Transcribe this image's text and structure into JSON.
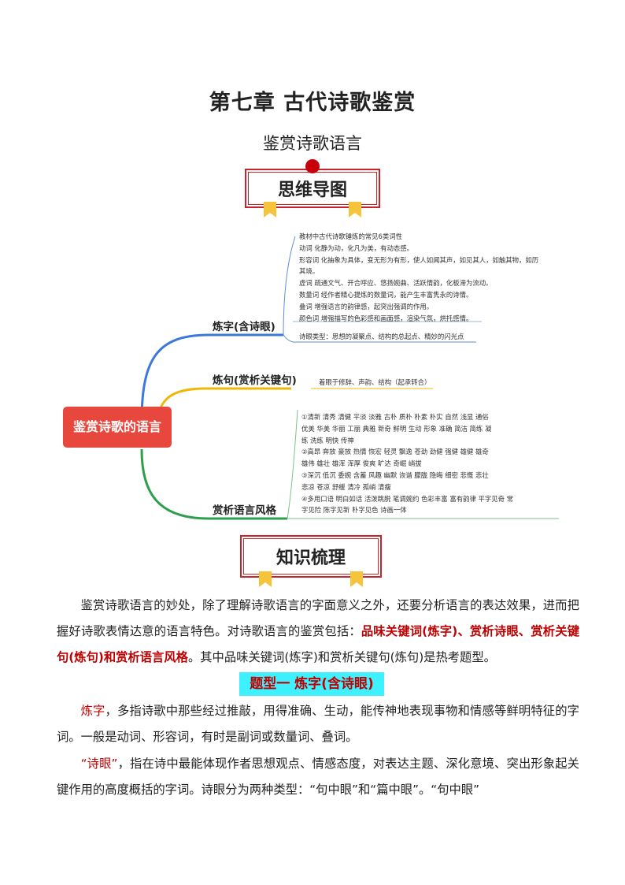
{
  "title": "第七章  古代诗歌鉴赏",
  "subtitle": "鉴赏诗歌语言",
  "banner1": "思维导图",
  "banner2": "知识梳理",
  "mindmap": {
    "root": "鉴赏诗歌的语言",
    "branch1": {
      "label": "炼字(含诗眼)",
      "lines": [
        "教材中古代诗歌锤炼的常见6类词性",
        "动词      化静为动，化凡为美，有动态感。",
        "形容词    化抽象为具体，变无形为有形，使人如闻其声，如见其人，如触其物，如历",
        "其境。",
        "虚词      疏通文气、开合呼应、悠扬婉曲、活跃情韵，化板滞为流动。",
        "数量词    经作者精心提炼的数量词，能产生丰富隽永的诗情。",
        "叠词      增强语言的韵律感，起突出强调的作用。",
        "颜色词    增强描写的色彩感和画面感，渲染气氛，烘托感情。"
      ],
      "eye": "诗眼类型：思想的凝聚点、结构的总起点、精妙的闪光点"
    },
    "branch2": {
      "label": "炼句(赏析关键句)",
      "note": "着眼于修辞、声韵、结构（起承转合）"
    },
    "branch3": {
      "label": "赏析语言风格",
      "lines": [
        "①清新  清秀  清健  平淡  淡雅  古朴  质朴  朴素  朴实  自然  浅显  通俗",
        "优美  华美  华丽  工丽  典雅  新奇  鲜明  生动  形象  准确  简洁  简练  凝",
        "练  洗练  明快  传神",
        "②高昂  奔放  豪放  热情  恢宏  轻灵  飘逸  苍劲  劲健  强健  雄健  雄奇",
        "雄伟  雄壮  雄浑  浑厚  俊爽  旷达  奇崛  峭拔",
        "③深沉  低沉  委婉  含蓄  风趣  幽默  诙谐  朦胧  隐晦  细密  悲慨  悲壮",
        "悲凉  苍凉  舒缓  清冷  孤峭  清瘦",
        "④多用口语  明白如话  活泼跳脱  笔调婉约  色彩丰富  富有韵律  平字见奇  常",
        "字见险  陈字见新  朴字见色  诗画一体"
      ]
    }
  },
  "intro": {
    "text1": "鉴赏诗歌语言的妙处，除了理解诗歌语言的字面意义之外，还要分析语言的表达效果，进而把握好诗歌表情达意的语言特色。对诗歌语言的鉴赏包括：",
    "emph": "品味关键词(炼字)、赏析诗眼、赏析关键句(炼句)和赏析语言风格",
    "text2": "。其中品味关键词(炼字)和赏析关键句(炼句)是热考题型。"
  },
  "section_heading": "题型一    炼字(含诗眼)",
  "para2": {
    "lead": "炼字",
    "text": "，多指诗歌中那些经过推敲，用得准确、生动，能传神地表现事物和情感等鲜明特征的字词。一般是动词、形容词，有时是副词或数量词、叠词。"
  },
  "para3": {
    "lead": "“诗眼”",
    "text": "，指在诗中最能体现作者思想观点、情感态度，对表达主题、深化意境、突出形象起关键作用的高度概括的字词。诗眼分为两种类型：“句中眼”和“篇中眼”。“句中眼”"
  },
  "colors": {
    "accent_red": "#c00000",
    "branch_blue": "#3b78d8",
    "branch_yellow": "#f2b705",
    "branch_green": "#2e9e4f",
    "root": "#e8473e"
  }
}
